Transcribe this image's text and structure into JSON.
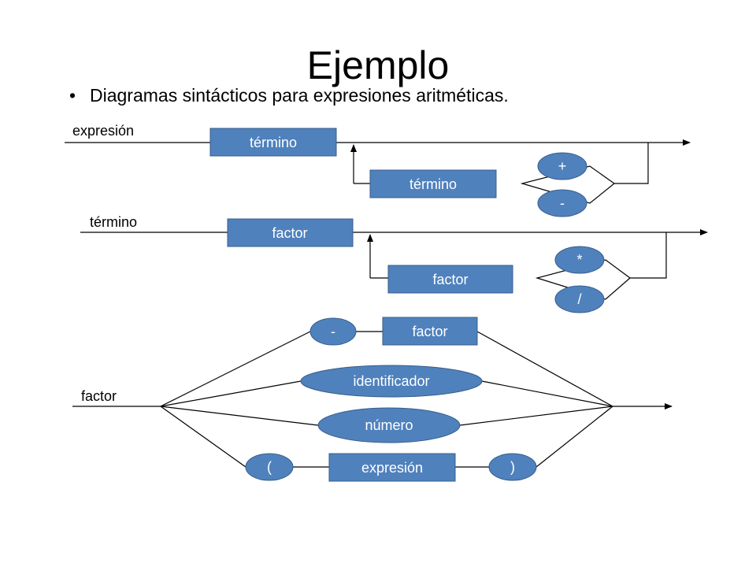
{
  "slide": {
    "title": "Ejemplo",
    "bullet": "Diagramas sintácticos para expresiones aritméticas."
  },
  "colors": {
    "node_fill": "#4F81BD",
    "node_stroke": "#385D8A",
    "line": "#000000"
  },
  "diagrams": {
    "expresion": {
      "label": "expresión",
      "term1": "término",
      "term2": "término",
      "op_plus": "+",
      "op_minus": "-"
    },
    "termino": {
      "label": "término",
      "factor1": "factor",
      "factor2": "factor",
      "op_mul": "*",
      "op_div": "/"
    },
    "factor": {
      "label": "factor",
      "neg_op": "-",
      "neg_factor": "factor",
      "identifier": "identificador",
      "number": "número",
      "lparen": "(",
      "expression": "expresión",
      "rparen": ")"
    }
  }
}
